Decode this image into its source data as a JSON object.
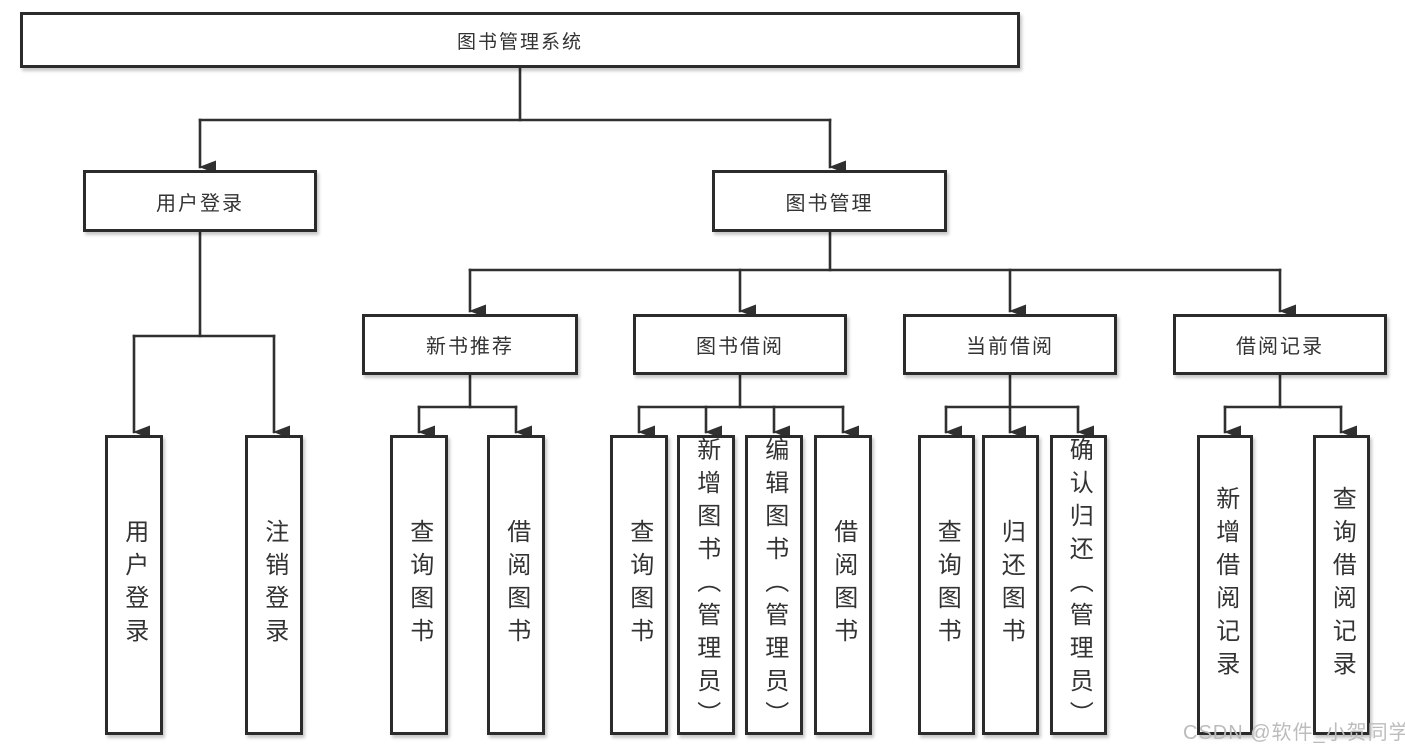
{
  "tree": {
    "root": {
      "label": "图书管理系统"
    },
    "user_login": {
      "label": "用户登录",
      "children": [
        "用户登录",
        "注销登录"
      ]
    },
    "book_mgmt": {
      "label": "图书管理",
      "groups": [
        {
          "label": "新书推荐",
          "children": [
            "查询图书",
            "借阅图书"
          ]
        },
        {
          "label": "图书借阅",
          "children": [
            "查询图书",
            "新增图书（管理员）",
            "编辑图书（管理员）",
            "借阅图书"
          ]
        },
        {
          "label": "当前借阅",
          "children": [
            "查询图书",
            "归还图书",
            "确认归还（管理员）"
          ]
        },
        {
          "label": "借阅记录",
          "children": [
            "新增借阅记录",
            "查询借阅记录"
          ]
        }
      ]
    }
  },
  "watermark": "CSDN @软件_小贺同学",
  "colors": {
    "line": "#303030",
    "border": "#2b2b2b",
    "text": "#333333",
    "watermark": "#bcbcbc",
    "background": "#ffffff"
  }
}
